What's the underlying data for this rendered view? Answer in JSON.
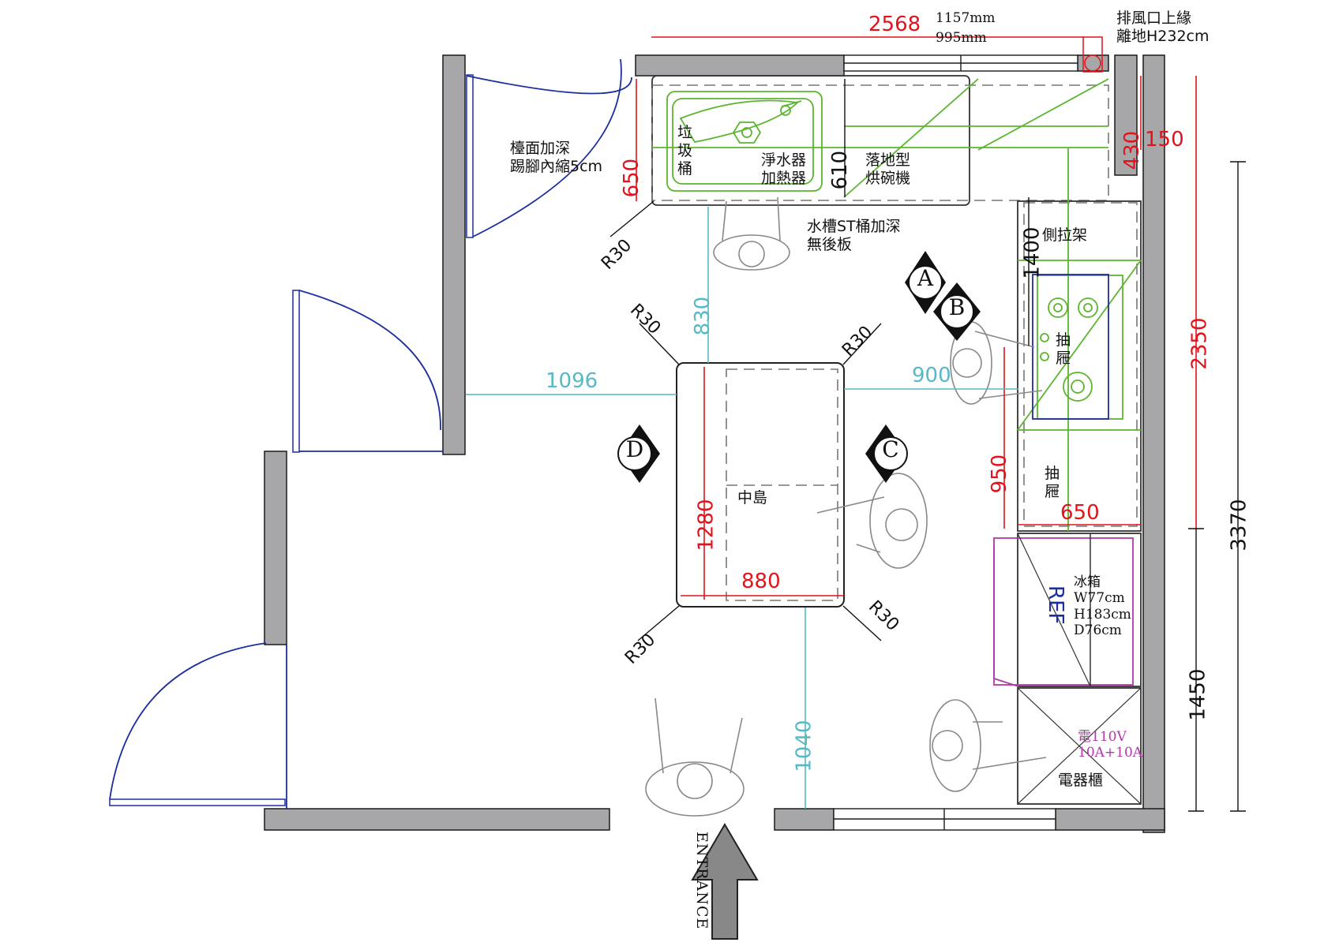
{
  "labels": {
    "counter_note": "檯面加深\n踢腳內縮5cm",
    "trash": "垃\n圾\n桶",
    "water_heater": "淨水器\n加熱器",
    "dishwasher": "落地型\n烘碗機",
    "sink_note": "水槽ST桶加深\n無後板",
    "side_rack": "側拉架",
    "drawer1": "抽\n屜",
    "drawer2": "抽\n屜",
    "island": "中島",
    "fridge": "冰箱\nW77cm\nH183cm\nD76cm",
    "fridge_code": "REF",
    "power": "電110V\n10A+10A",
    "appliance": "電器櫃",
    "exhaust": "排風口上緣\n離地H232cm",
    "mm1": "1157mm",
    "mm2": "995mm",
    "entrance": "ENTRANCE"
  },
  "markers": {
    "a": "A",
    "b": "B",
    "c": "C",
    "d": "D"
  },
  "radius_label": "R30",
  "dims_red": {
    "top": "2568",
    "sink_depth": "650",
    "hood_430": "430",
    "hood_150": "150",
    "right_2350": "2350",
    "stove_950": "950",
    "stove_650": "650",
    "island_1280": "1280",
    "island_880": "880"
  },
  "dims_cyan": {
    "d830": "830",
    "d1096": "1096",
    "d900": "900",
    "d1040": "1040"
  },
  "dims_black": {
    "d610": "610",
    "d1400": "1400",
    "d3370": "3370",
    "d1450": "1450"
  },
  "colors": {
    "red": "#e3121b",
    "cyan": "#56b9c6",
    "green": "#5bb52e",
    "blue": "#1c2e9e",
    "magenta": "#b03aa8",
    "wall": "#a7a7a9"
  }
}
